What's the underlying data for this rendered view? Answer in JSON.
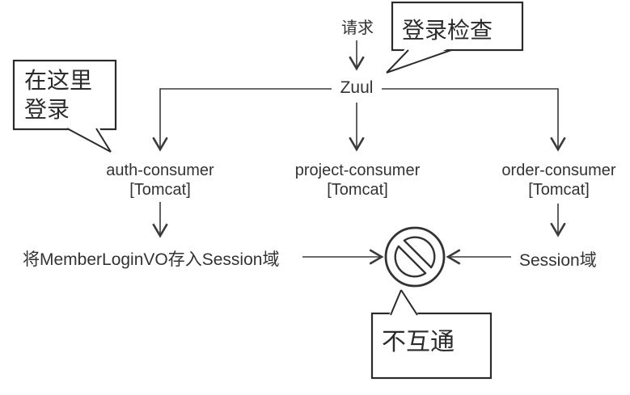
{
  "diagram": {
    "request_label": "请求",
    "gateway_label": "Zuul",
    "callout_login_check": "登录检查",
    "callout_login_here": {
      "line1": "在这里",
      "line2": "登录"
    },
    "callout_no_share": "不互通",
    "nodes": [
      {
        "name": "auth-consumer",
        "runtime": "[Tomcat]"
      },
      {
        "name": "project-consumer",
        "runtime": "[Tomcat]"
      },
      {
        "name": "order-consumer",
        "runtime": "[Tomcat]"
      }
    ],
    "session_store_label": "将MemberLoginVO存入Session域",
    "session_area_label": "Session域",
    "icons": {
      "prohibited": "no-entry-icon"
    },
    "colors": {
      "stroke": "#3a3a3a",
      "text": "#333333",
      "background": "#ffffff"
    }
  }
}
